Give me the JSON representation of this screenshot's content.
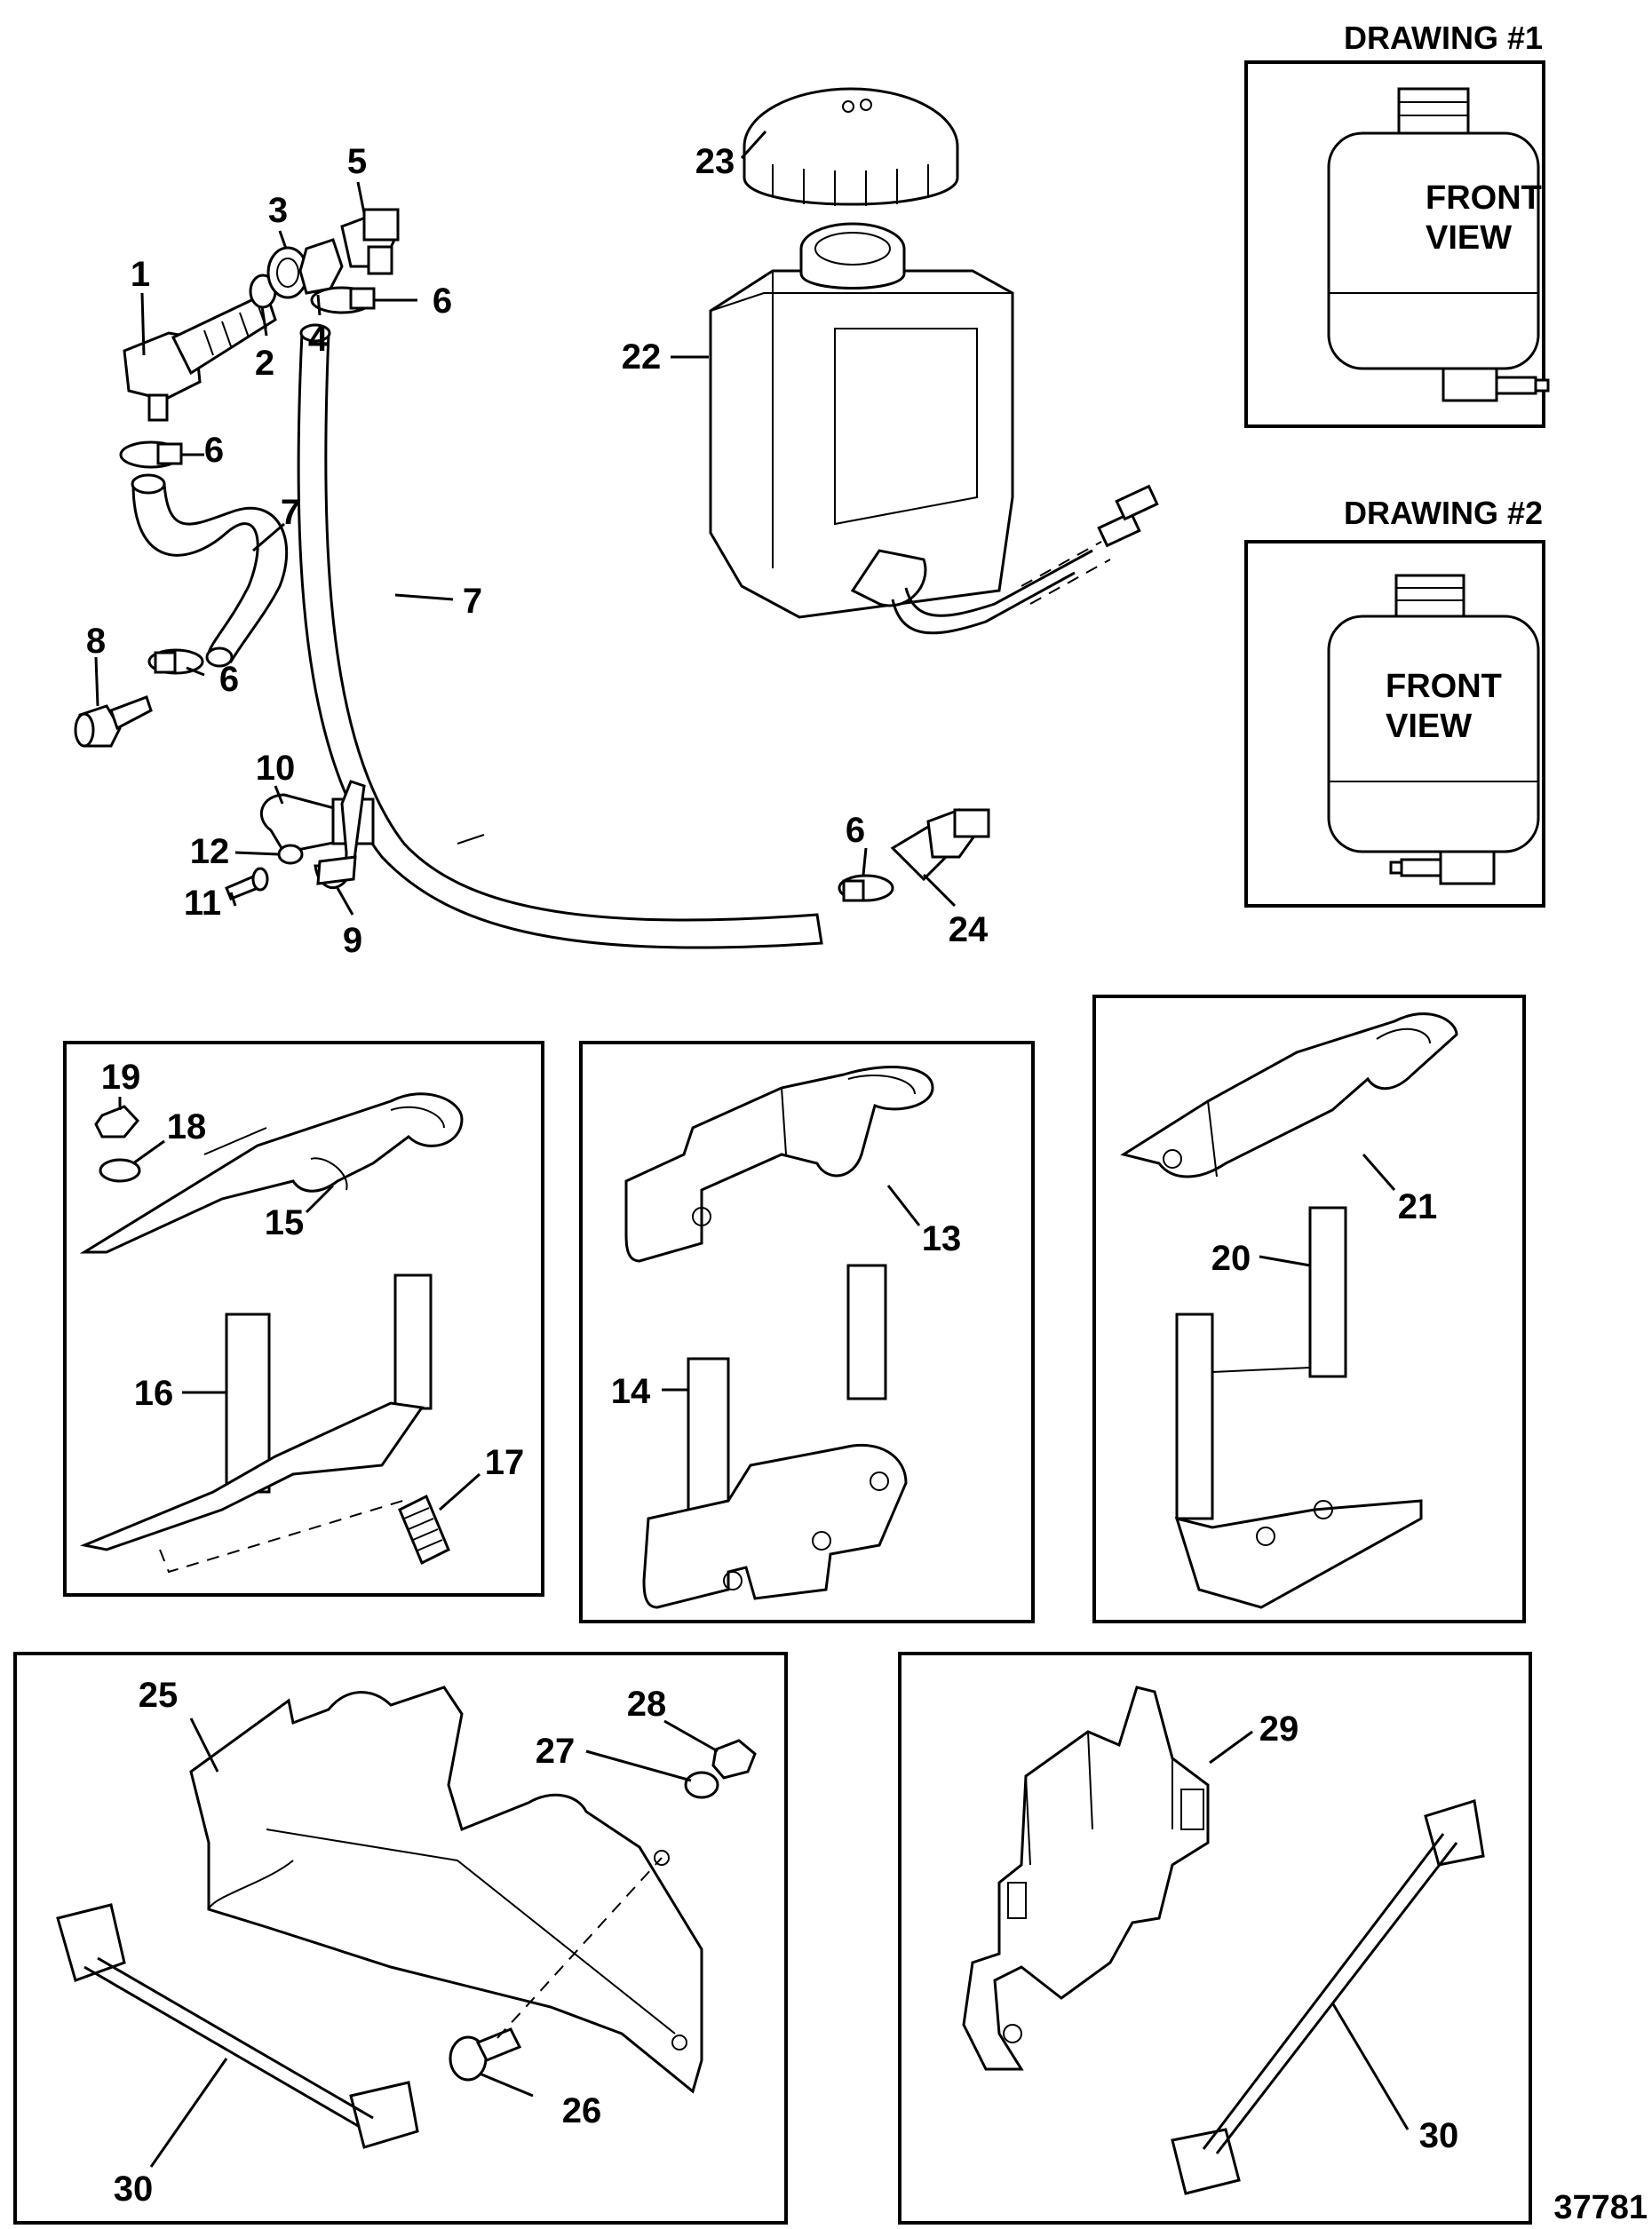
{
  "drawings": [
    {
      "title": "DRAWING #1",
      "line1": "FRONT",
      "line2": "VIEW"
    },
    {
      "title": "DRAWING #2",
      "line1": "FRONT",
      "line2": "VIEW"
    }
  ],
  "figure_number": "37781",
  "callouts": [
    {
      "id": "c1",
      "label": "1"
    },
    {
      "id": "c2",
      "label": "2"
    },
    {
      "id": "c3",
      "label": "3"
    },
    {
      "id": "c4",
      "label": "4"
    },
    {
      "id": "c5",
      "label": "5"
    },
    {
      "id": "c6a",
      "label": "6"
    },
    {
      "id": "c6b",
      "label": "6"
    },
    {
      "id": "c6c",
      "label": "6"
    },
    {
      "id": "c6d",
      "label": "6"
    },
    {
      "id": "c7a",
      "label": "7"
    },
    {
      "id": "c7b",
      "label": "7"
    },
    {
      "id": "c8",
      "label": "8"
    },
    {
      "id": "c9",
      "label": "9"
    },
    {
      "id": "c10",
      "label": "10"
    },
    {
      "id": "c11",
      "label": "11"
    },
    {
      "id": "c12",
      "label": "12"
    },
    {
      "id": "c13",
      "label": "13"
    },
    {
      "id": "c14",
      "label": "14"
    },
    {
      "id": "c15",
      "label": "15"
    },
    {
      "id": "c16",
      "label": "16"
    },
    {
      "id": "c17",
      "label": "17"
    },
    {
      "id": "c18",
      "label": "18"
    },
    {
      "id": "c19",
      "label": "19"
    },
    {
      "id": "c20",
      "label": "20"
    },
    {
      "id": "c21",
      "label": "21"
    },
    {
      "id": "c22",
      "label": "22"
    },
    {
      "id": "c23",
      "label": "23"
    },
    {
      "id": "c24",
      "label": "24"
    },
    {
      "id": "c25",
      "label": "25"
    },
    {
      "id": "c26",
      "label": "26"
    },
    {
      "id": "c27",
      "label": "27"
    },
    {
      "id": "c28",
      "label": "28"
    },
    {
      "id": "c29",
      "label": "29"
    },
    {
      "id": "c30a",
      "label": "30"
    },
    {
      "id": "c30b",
      "label": "30"
    }
  ]
}
